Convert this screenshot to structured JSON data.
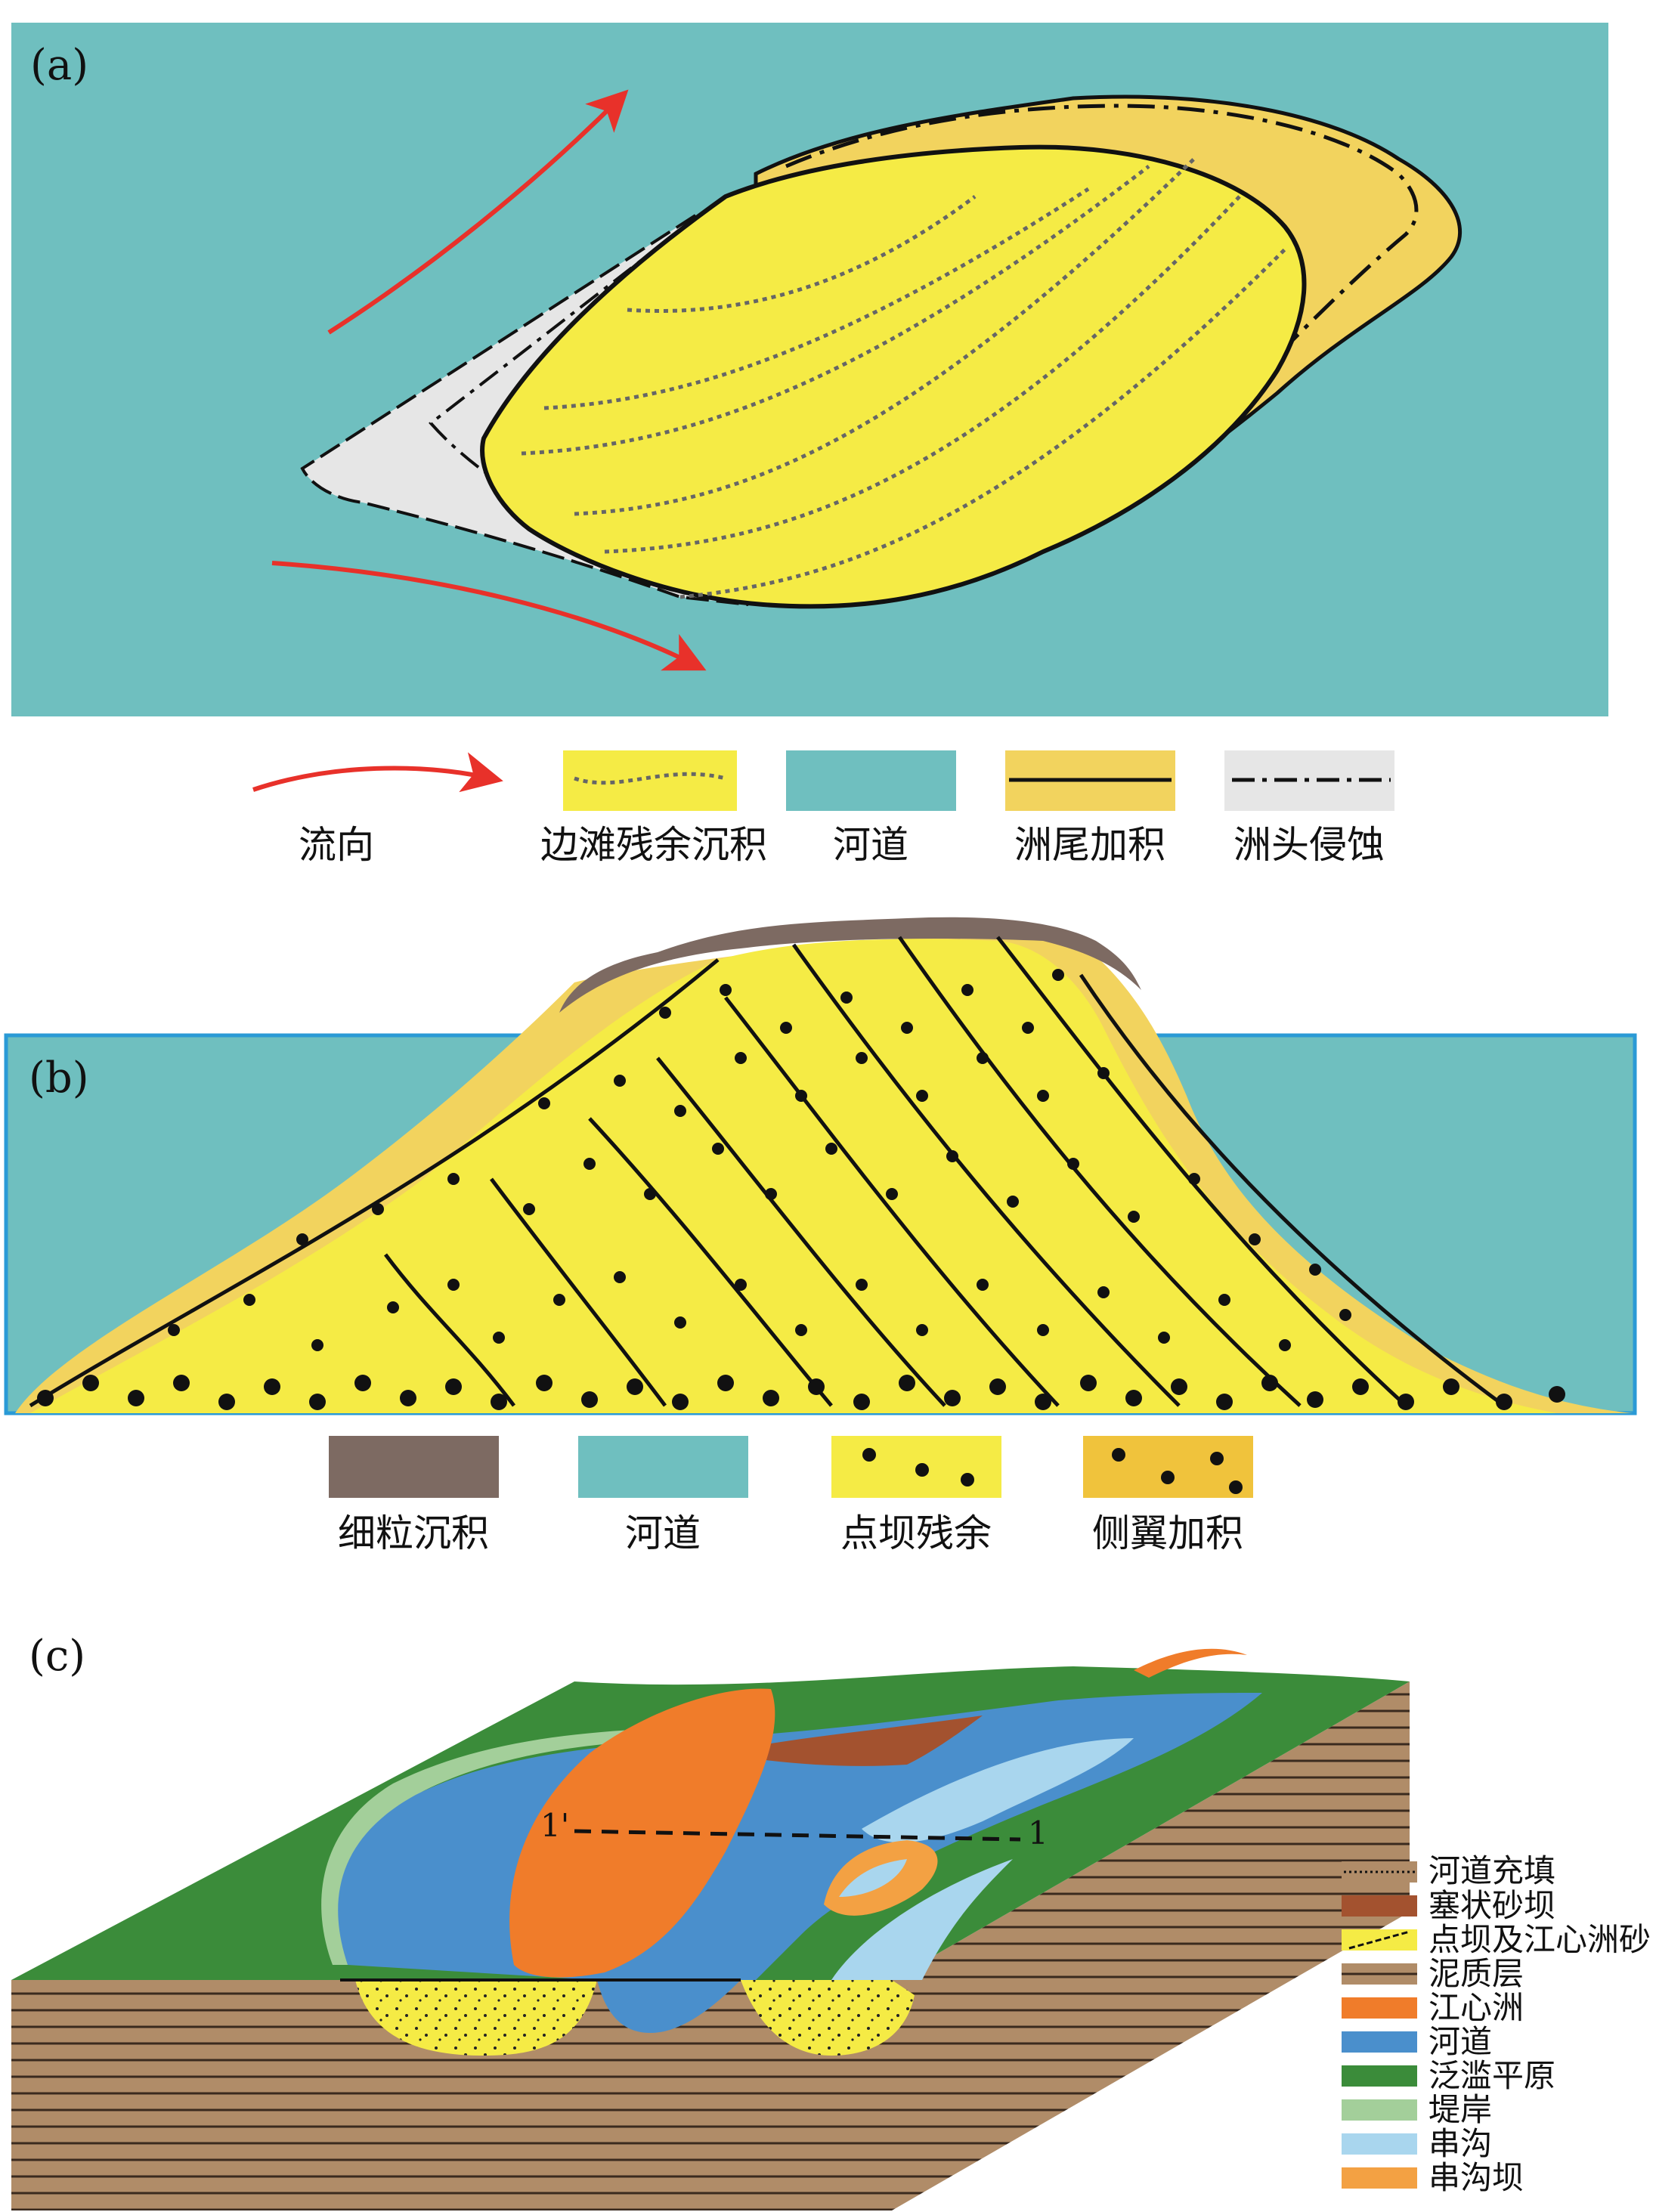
{
  "panel_a": {
    "label": "(a)",
    "legend": [
      {
        "key": "flow",
        "label": "流向"
      },
      {
        "key": "bank",
        "label": "边滩残余沉积"
      },
      {
        "key": "channel",
        "label": "河道"
      },
      {
        "key": "tail",
        "label": "洲尾加积"
      },
      {
        "key": "head",
        "label": "洲头侵蚀"
      }
    ]
  },
  "panel_b": {
    "label": "(b)",
    "legend": [
      {
        "key": "fine",
        "label": "细粒沉积"
      },
      {
        "key": "channel",
        "label": "河道"
      },
      {
        "key": "pointbar",
        "label": "点坝残余"
      },
      {
        "key": "lateral",
        "label": "侧翼加积"
      }
    ]
  },
  "panel_c": {
    "label": "(c)",
    "section_labels": {
      "start": "1'",
      "end": "1"
    },
    "legend": [
      {
        "key": "channel_fill",
        "label": "河道充填"
      },
      {
        "key": "plug_bar",
        "label": "塞状砂坝"
      },
      {
        "key": "pointbar_island_sand",
        "label": "点坝及江心洲砂"
      },
      {
        "key": "mud_layer",
        "label": "泥质层"
      },
      {
        "key": "island",
        "label": "江心洲"
      },
      {
        "key": "channel",
        "label": "河道"
      },
      {
        "key": "floodplain",
        "label": "泛滥平原"
      },
      {
        "key": "levee",
        "label": "堤岸"
      },
      {
        "key": "chute",
        "label": "串沟"
      },
      {
        "key": "chute_bar",
        "label": "串沟坝"
      }
    ]
  },
  "colors": {
    "channel_a": "#6fbfbf",
    "bar_yellow": "#f5eb45",
    "tail_yellow": "#f2d35e",
    "head_grey": "#e6e6e6",
    "flow_red": "#e8312a",
    "fine_brown": "#7d6a62",
    "lateral_orange": "#f0c33c",
    "island_orange": "#f07c2a",
    "channel_blue": "#4a8fcc",
    "floodplain_green": "#3b8c3a",
    "levee_green": "#a3cf9a",
    "chute_blue": "#a9d6ee",
    "chute_bar_orange": "#f3a143",
    "plug_brown": "#a3522f",
    "strata_brown": "#b08c68"
  }
}
